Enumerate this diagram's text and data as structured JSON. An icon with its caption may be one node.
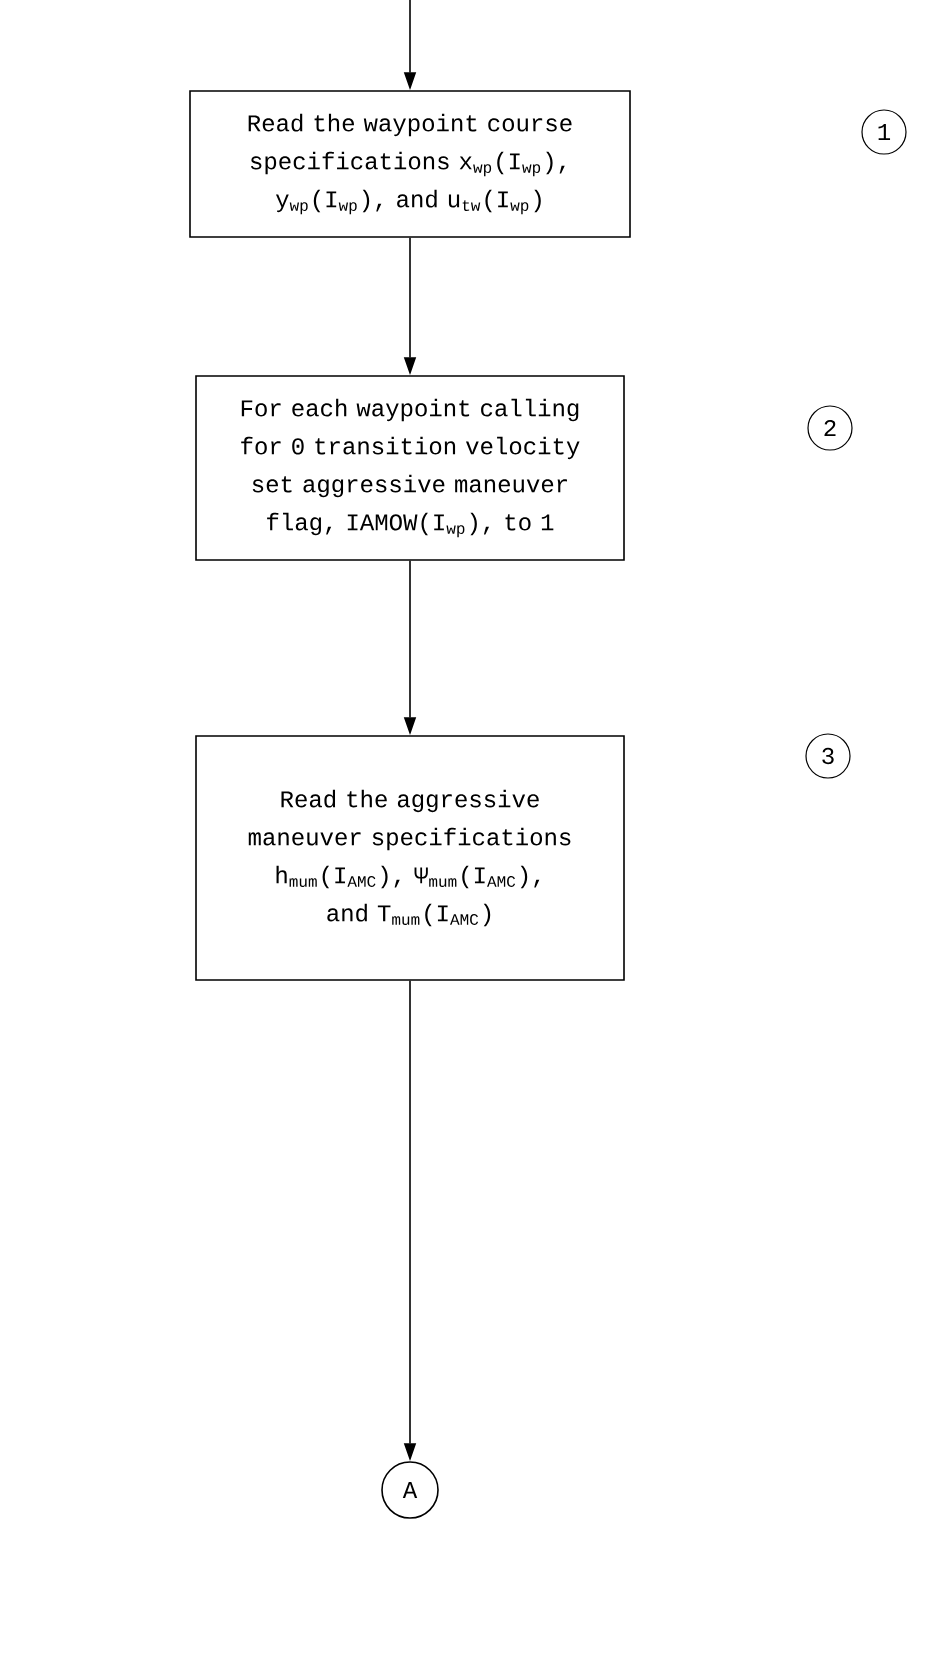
{
  "diagram": {
    "nodes": [
      {
        "text": [
          "Read the waypoint course specifications x$_{wp}$(I$_{wp}$), y$_{wp}$(I$_{wp}$), and u$_{tw}$(I$_{wp}$)"
        ]
      },
      {
        "text": [
          "For each waypoint calling for 0 transition velocity set aggressive maneuver flag, IAMOW(I$_{wp}$), to 1"
        ]
      },
      {
        "text": [
          "Read the aggressive maneuver specifications h$_{mum}$(I$_{AMC}$), Ψ$_{mum}$(I$_{AMC}$), and T$_{mum}$(I$_{AMC}$)"
        ]
      },
      {
        "text": [
          "A"
        ]
      }
    ],
    "edges": [
      {
        "from": null,
        "to": 0,
        "arrow": "to"
      },
      {
        "from": 0,
        "to": 1,
        "arrow": "to"
      },
      {
        "from": 1,
        "to": 2,
        "arrow": "to"
      },
      {
        "from": 2,
        "to": 3,
        "arrow": "to"
      }
    ],
    "labels": [
      "1",
      "2",
      "3"
    ]
  }
}
